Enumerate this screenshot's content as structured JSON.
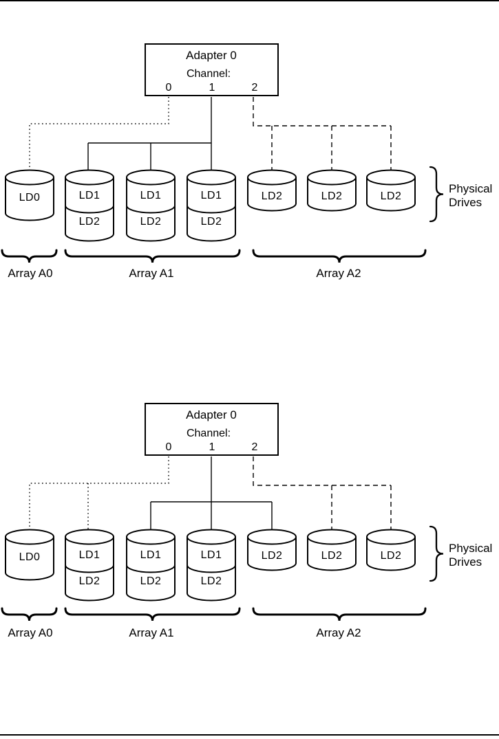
{
  "page": {
    "background_color": "#ffffff",
    "rule_color": "#000000",
    "line_color": "#000000"
  },
  "diagrams": [
    {
      "adapter": {
        "title": "Adapter 0",
        "channel_heading": "Channel:",
        "channels": [
          "0",
          "1",
          "2"
        ]
      },
      "drives": [
        {
          "labels": [
            "LD0"
          ],
          "channel": "0",
          "link_style": "dotted"
        },
        {
          "labels": [
            "LD1",
            "LD2"
          ],
          "channel": "1",
          "link_style": "solid"
        },
        {
          "labels": [
            "LD1",
            "LD2"
          ],
          "channel": "1",
          "link_style": "solid"
        },
        {
          "labels": [
            "LD1",
            "LD2"
          ],
          "channel": "1",
          "link_style": "solid"
        },
        {
          "labels": [
            "LD2"
          ],
          "channel": "2",
          "link_style": "dashed"
        },
        {
          "labels": [
            "LD2"
          ],
          "channel": "2",
          "link_style": "dashed"
        },
        {
          "labels": [
            "LD2"
          ],
          "channel": "2",
          "link_style": "dashed"
        }
      ],
      "arrays": [
        {
          "label": "Array A0"
        },
        {
          "label": "Array A1"
        },
        {
          "label": "Array A2"
        }
      ],
      "physical_drives": {
        "line1": "Physical",
        "line2": "Drives"
      }
    },
    {
      "adapter": {
        "title": "Adapter 0",
        "channel_heading": "Channel:",
        "channels": [
          "0",
          "1",
          "2"
        ]
      },
      "drives": [
        {
          "labels": [
            "LD0"
          ],
          "channel": "0",
          "link_style": "dotted"
        },
        {
          "labels": [
            "LD1",
            "LD2"
          ],
          "channel": "0",
          "link_style": "dotted"
        },
        {
          "labels": [
            "LD1",
            "LD2"
          ],
          "channel": "1",
          "link_style": "solid"
        },
        {
          "labels": [
            "LD1",
            "LD2"
          ],
          "channel": "1",
          "link_style": "solid"
        },
        {
          "labels": [
            "LD2"
          ],
          "channel": "1",
          "link_style": "solid"
        },
        {
          "labels": [
            "LD2"
          ],
          "channel": "2",
          "link_style": "dashed"
        },
        {
          "labels": [
            "LD2"
          ],
          "channel": "2",
          "link_style": "dashed"
        }
      ],
      "arrays": [
        {
          "label": "Array A0"
        },
        {
          "label": "Array A1"
        },
        {
          "label": "Array A2"
        }
      ],
      "physical_drives": {
        "line1": "Physical",
        "line2": "Drives"
      }
    }
  ]
}
